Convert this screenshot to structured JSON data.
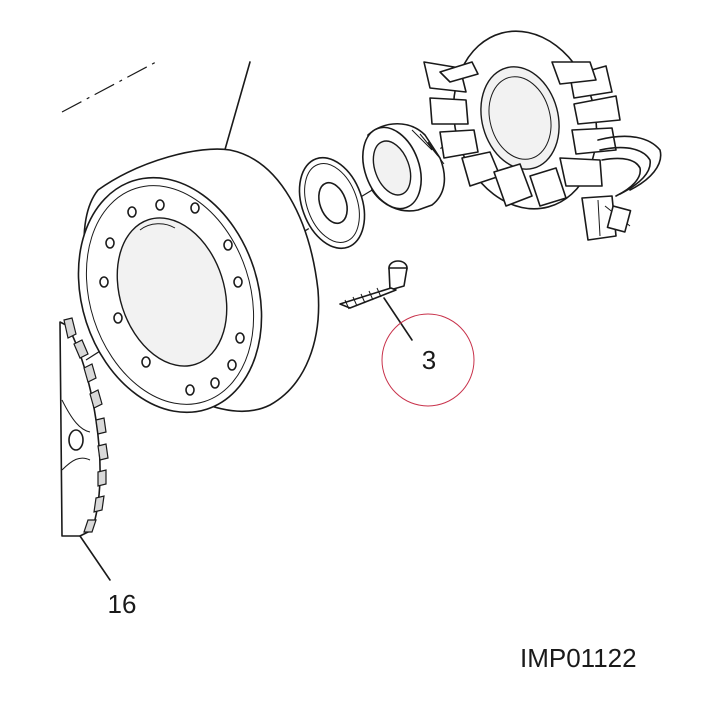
{
  "diagram": {
    "callouts": [
      {
        "id": "screw",
        "number": "3",
        "highlighted": true,
        "highlight_color": "#c8324b"
      },
      {
        "id": "gear",
        "number": "16",
        "highlighted": false
      }
    ],
    "reference_code": "IMP01122",
    "colors": {
      "line": "#1a1a1a",
      "background": "#ffffff",
      "highlight": "#c8324b"
    }
  }
}
